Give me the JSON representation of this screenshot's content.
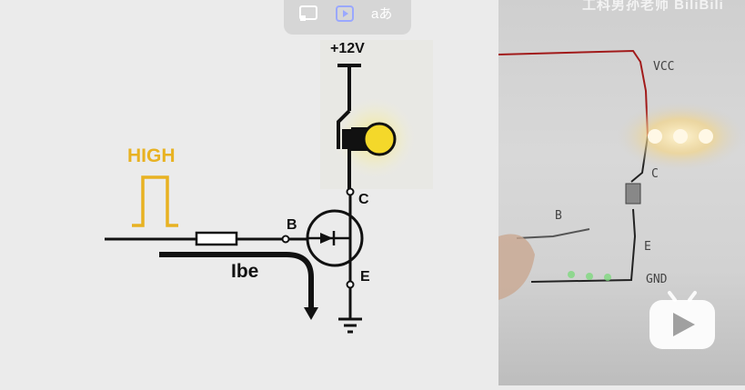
{
  "toolbar": {
    "buttons": [
      {
        "name": "cast-icon"
      },
      {
        "name": "video-ai-icon"
      },
      {
        "name": "translate-icon",
        "text": "aあ"
      }
    ]
  },
  "schematic": {
    "supply_label": "+12V",
    "pulse_label": "HIGH",
    "base_label": "B",
    "collector_label": "C",
    "emitter_label": "E",
    "current_label": "Ibe",
    "colors": {
      "accent": "#e8b222",
      "lamp": "#f4d82a",
      "wire": "#111111"
    }
  },
  "photo": {
    "watermark": "工科男孙老师 BiliBili",
    "labels": {
      "vcc": "VCC",
      "c": "C",
      "b": "B",
      "e": "E",
      "gnd": "GND"
    }
  },
  "player": {
    "play_icon": "play-icon"
  }
}
